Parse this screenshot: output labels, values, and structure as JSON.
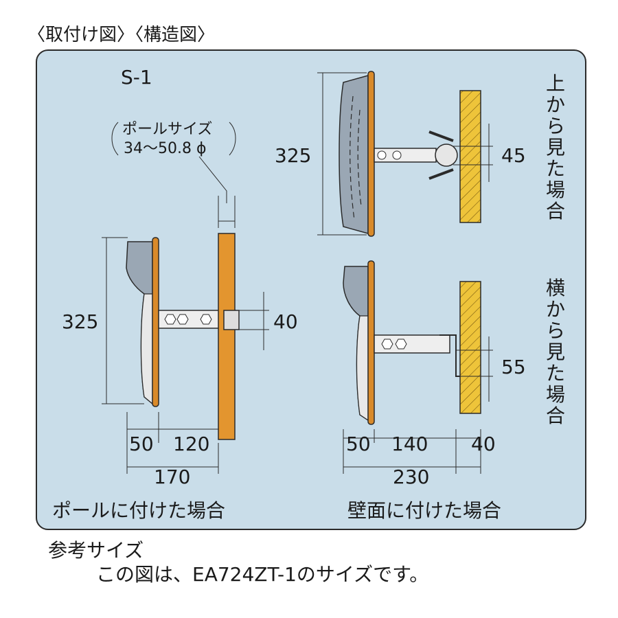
{
  "header": {
    "title": "〈取付け図〉〈構造図〉"
  },
  "panel": {
    "model_label": "S-1",
    "pole_size_line1": "ポールサイズ",
    "pole_size_line2": "34〜50.8 ϕ",
    "pole_view": {
      "height_dim": "325",
      "bracket_dim": "40",
      "dim_a": "50",
      "dim_b": "120",
      "dim_total": "170",
      "caption": "ポールに付けた場合"
    },
    "wall_view": {
      "height_dim": "325",
      "top_bracket_dim": "45",
      "side_bracket_dim": "55",
      "dim_a": "50",
      "dim_b": "140",
      "dim_c": "40",
      "dim_total": "230",
      "caption": "壁面に付けた場合"
    },
    "top_view_label": "上から見た場合",
    "side_view_label": "横から見た場合"
  },
  "footer": {
    "reference_label": "参考サイズ",
    "reference_note": "この図は、EA724ZT-1のサイズです。"
  },
  "colors": {
    "panel_bg": "#c9dde9",
    "mirror_frame": "#d98a2a",
    "pole": "#e3952f",
    "wall": "#eec43a",
    "mirror_back": "#9aa7b4"
  }
}
